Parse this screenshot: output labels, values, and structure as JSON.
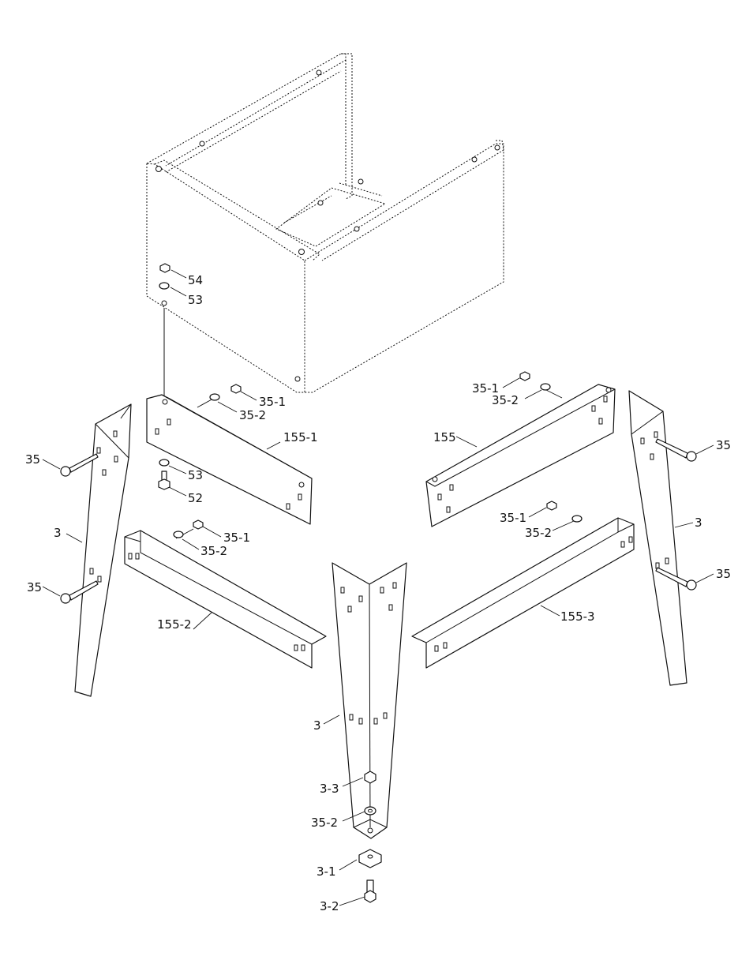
{
  "diagram": {
    "callouts": {
      "p54": "54",
      "p53_top": "53",
      "p35_1_a": "35-1",
      "p35_2_a": "35-2",
      "p155_1": "155-1",
      "p35_1_b": "35-1",
      "p35_2_b": "35-2",
      "p155": "155",
      "p35_left_top": "35",
      "p35_right_top": "35",
      "p53_bottom": "53",
      "p52": "52",
      "p35_1_c": "35-1",
      "p35_2_c": "35-2",
      "p35_1_d": "35-1",
      "p35_2_d": "35-2",
      "p3_left": "3",
      "p3_right": "3",
      "p35_left_bottom": "35",
      "p35_right_bottom": "35",
      "p155_2": "155-2",
      "p155_3": "155-3",
      "p3_center": "3",
      "p3_3": "3-3",
      "p35_2_e": "35-2",
      "p3_1": "3-1",
      "p3_2": "3-2"
    }
  }
}
